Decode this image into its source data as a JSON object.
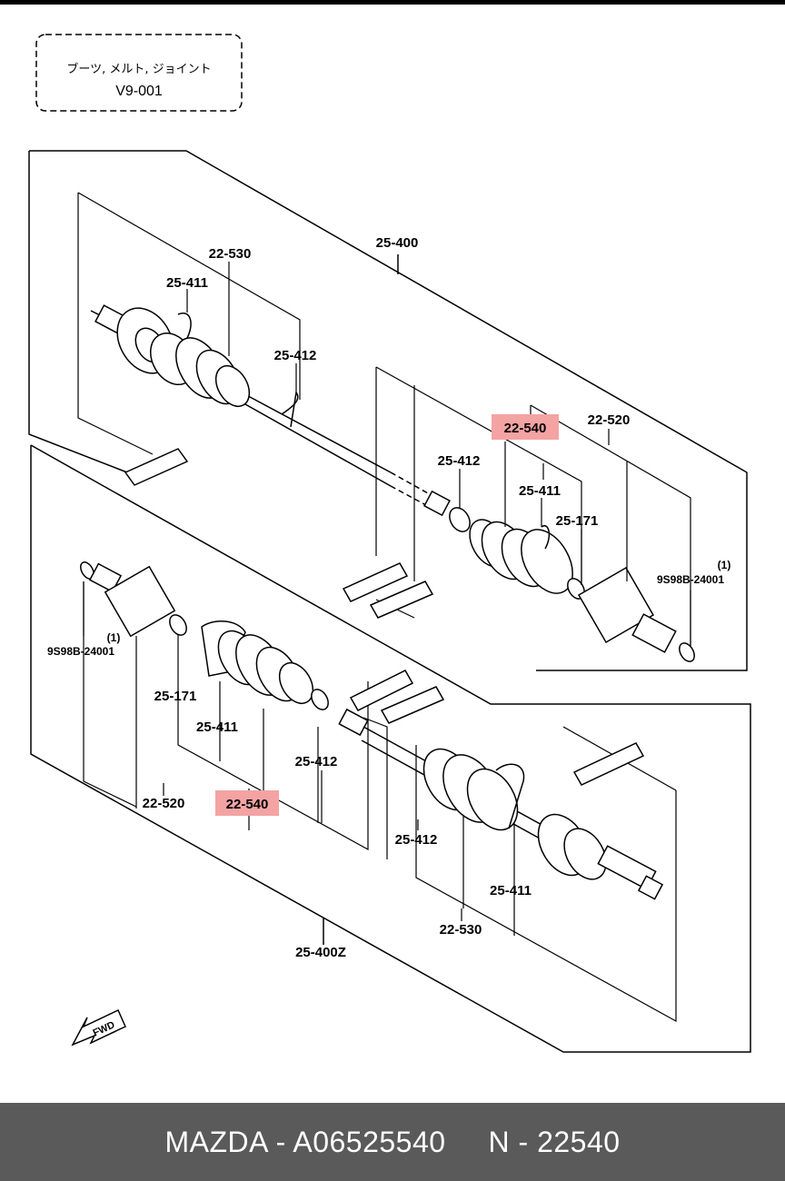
{
  "header_box": {
    "name_jp": "ブーツ, メルト, ジョイント",
    "code": "V9-001"
  },
  "labels": {
    "upper_assembly": "25-400",
    "lower_assembly": "25-400Z",
    "u_22_530": "22-530",
    "u_25_411_a": "25-411",
    "u_25_412_a": "25-412",
    "u_22_540": "22-540",
    "u_22_520": "22-520",
    "u_25_412_b": "25-412",
    "u_25_411_b": "25-411",
    "u_25_171": "25-171",
    "u_ref_num": "(1)",
    "u_ref_code": "9S98B-24001",
    "l_ref_num": "(1)",
    "l_ref_code": "9S98B-24001",
    "l_25_171": "25-171",
    "l_25_411_a": "25-411",
    "l_22_520": "22-520",
    "l_22_540": "22-540",
    "l_25_412_a": "25-412",
    "l_25_412_b": "25-412",
    "l_25_411_b": "25-411",
    "l_22_530": "22-530",
    "fwd": "FWD"
  },
  "colors": {
    "highlight": "#f4a3a3",
    "footer_bg": "#5a5a5a",
    "footer_text": "#ffffff"
  },
  "footer": {
    "text": "MAZDA - A06525540     N - 22540"
  }
}
